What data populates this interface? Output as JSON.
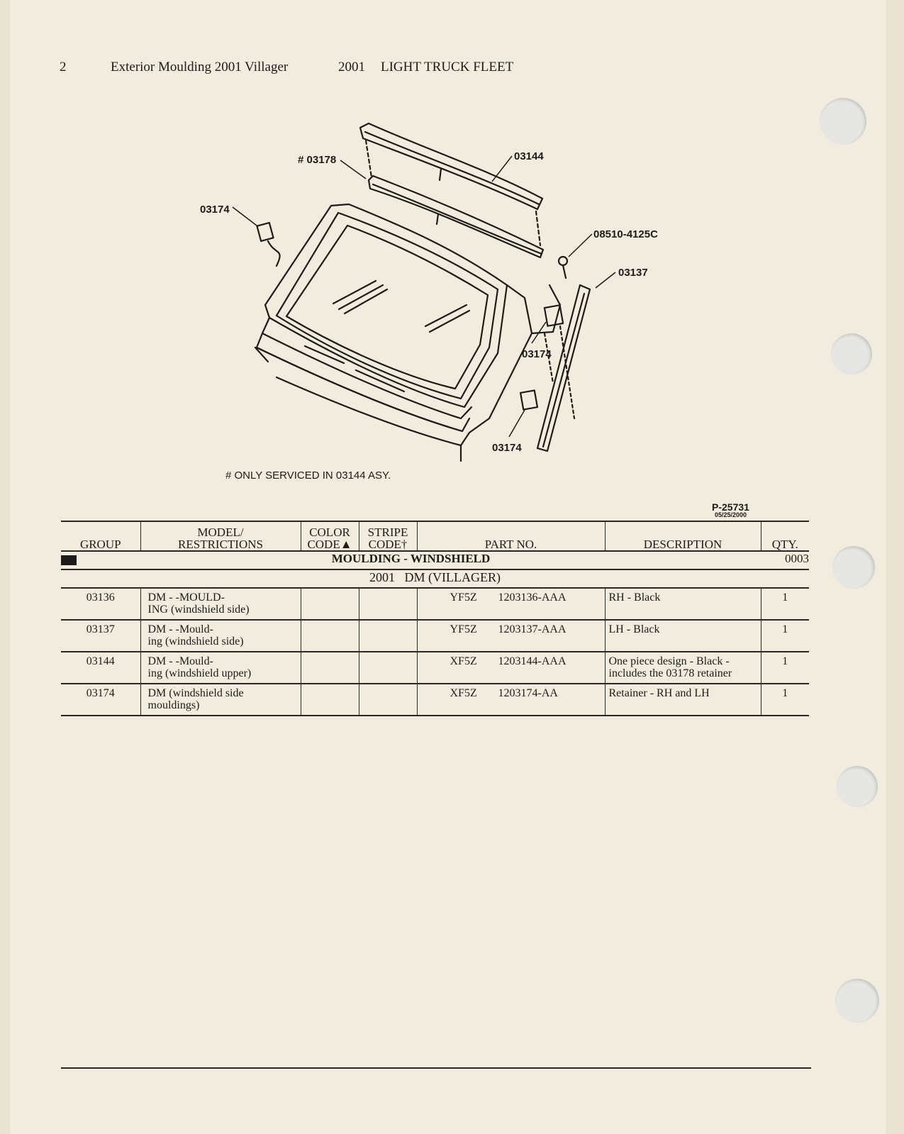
{
  "header": {
    "page_number": "2",
    "section_title": "Exterior Moulding 2001 Villager",
    "catalog_year": "2001",
    "catalog_title": "LIGHT TRUCK FLEET"
  },
  "diagram": {
    "callouts": {
      "c03178": "# 03178",
      "c03144": "03144",
      "c03174_top": "03174",
      "c08510": "08510-4125C",
      "c03137": "03137",
      "c03174_mid": "03174",
      "c03174_bot": "03174"
    },
    "footnote": "# ONLY SERVICED IN 03144 ASY.",
    "ref_number": "P-25731",
    "ref_date": "05/25/2000"
  },
  "table": {
    "headers": {
      "group": "GROUP",
      "model_line1": "MODEL/",
      "model_line2": "RESTRICTIONS",
      "color_line1": "COLOR",
      "color_line2": "CODE▲",
      "stripe_line1": "STRIPE",
      "stripe_line2": "CODE†",
      "part_no": "PART NO.",
      "description": "DESCRIPTION",
      "qty": "QTY."
    },
    "section_title": "MOULDING - WINDSHIELD",
    "section_code": "0003",
    "subsection": "2001   DM (VILLAGER)",
    "rows": [
      {
        "group": "03136",
        "model_l1": "DM - -MOULD-",
        "model_l2": "ING  (windshield side)",
        "color": "",
        "stripe": "",
        "prefix": "YF5Z",
        "part": "1203136-AAA",
        "desc_l1": "RH - Black",
        "desc_l2": "",
        "qty": "1"
      },
      {
        "group": "03137",
        "model_l1": "DM - -Mould-",
        "model_l2": "ing  (windshield side)",
        "color": "",
        "stripe": "",
        "prefix": "YF5Z",
        "part": "1203137-AAA",
        "desc_l1": "LH - Black",
        "desc_l2": "",
        "qty": "1"
      },
      {
        "group": "03144",
        "model_l1": "DM - -Mould-",
        "model_l2": "ing  (windshield upper)",
        "color": "",
        "stripe": "",
        "prefix": "XF5Z",
        "part": "1203144-AAA",
        "desc_l1": "One piece design - Black -",
        "desc_l2": "includes the 03178 retainer",
        "qty": "1"
      },
      {
        "group": "03174",
        "model_l1": "DM  (windshield side",
        "model_l2": "mouldings)",
        "color": "",
        "stripe": "",
        "prefix": "XF5Z",
        "part": "1203174-AA",
        "desc_l1": "Retainer - RH and LH",
        "desc_l2": "",
        "qty": "1"
      }
    ]
  }
}
